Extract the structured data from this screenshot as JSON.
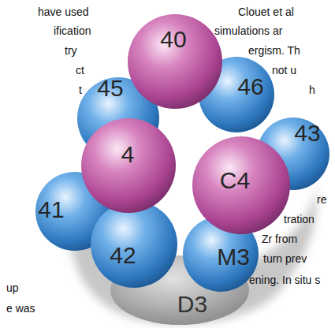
{
  "diagram": {
    "nodes": [
      {
        "text": [
          "40"
        ]
      },
      {
        "text": [
          "45"
        ]
      },
      {
        "text": [
          "46"
        ]
      },
      {
        "text": [
          "4"
        ]
      },
      {
        "text": [
          "43"
        ]
      },
      {
        "text": [
          "C4"
        ]
      },
      {
        "text": [
          "41"
        ]
      },
      {
        "text": [
          "42"
        ]
      },
      {
        "text": [
          "M3"
        ]
      },
      {
        "text": [
          "D3"
        ]
      }
    ],
    "labels": [
      "have used",
      "ification",
      "try",
      "ct",
      "t",
      "up",
      "e was",
      "Clouet et al",
      "simulations ar",
      "ergism. Th",
      "not u",
      "h",
      "re",
      "tration",
      "Zr from",
      "turn prev",
      "ening. In situ s"
    ]
  }
}
